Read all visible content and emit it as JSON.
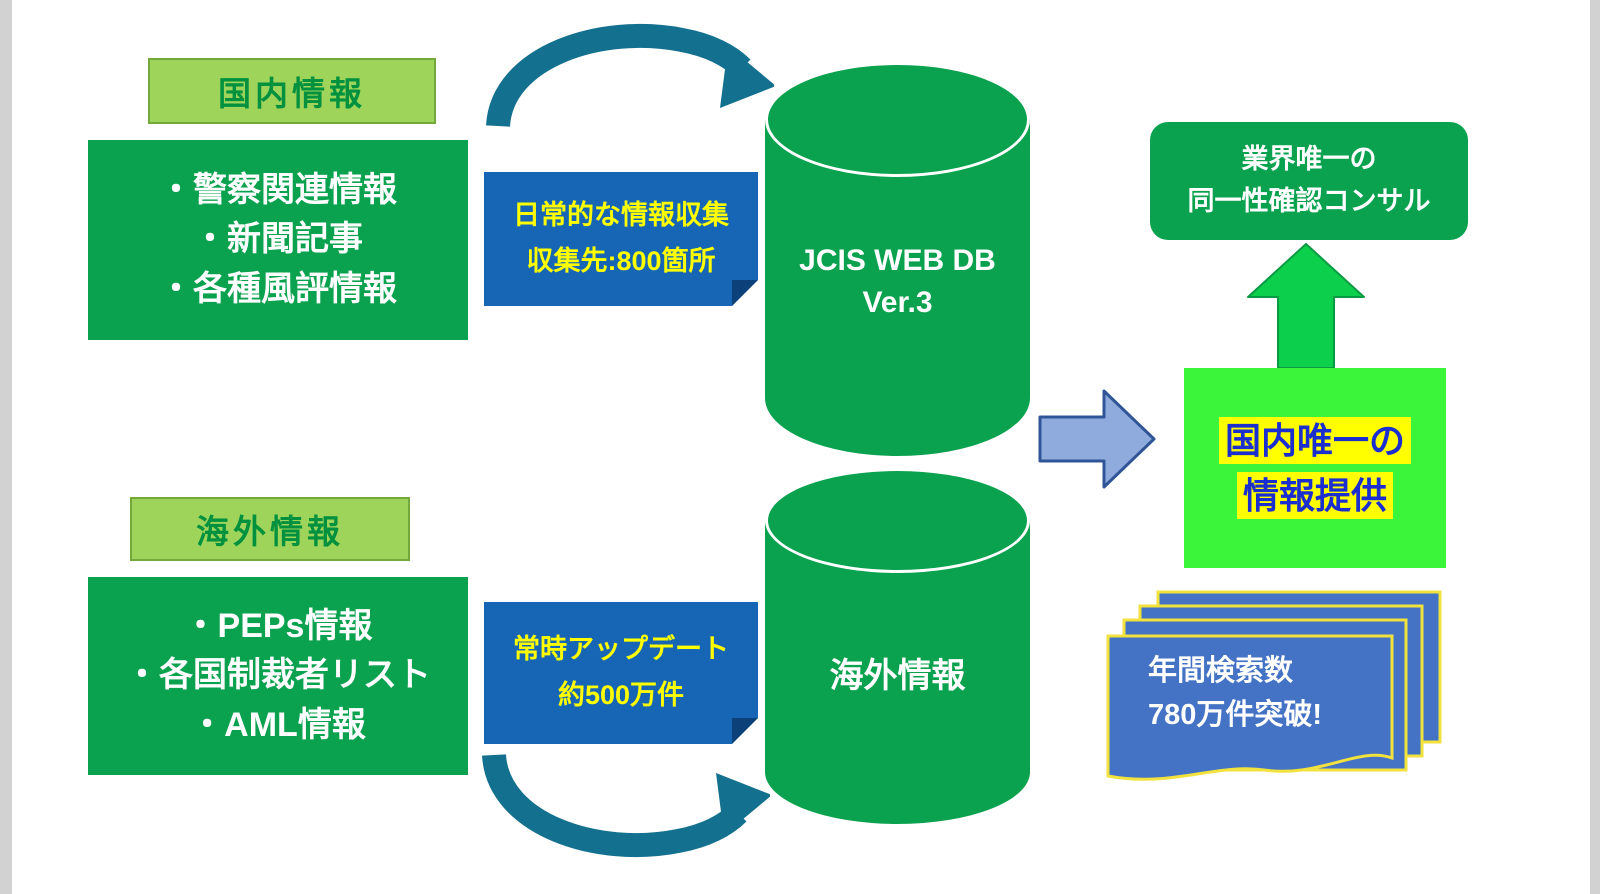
{
  "colors": {
    "box_green": "#0aa24e",
    "tag_light_green": "#9fd45a",
    "tag_text_green": "#00913f",
    "callout_blue": "#1766b6",
    "callout_text_yellow": "#ffff00",
    "curved_arrow_teal": "#14708f",
    "block_arrow_blue": "#8faadc",
    "block_arrow_border": "#2f5597",
    "up_arrow_green": "#0cd04c",
    "bright_green": "#3bf53b",
    "highlight_yellow": "#ffff00",
    "highlight_text_blue": "#1b2fd0",
    "document_blue": "#4472c4",
    "document_border_yellow": "#f2e23e"
  },
  "domestic": {
    "label": "国内情報",
    "items": [
      "・警察関連情報",
      "・新聞記事",
      "・各種風評情報"
    ],
    "callout": [
      "日常的な情報収集",
      "収集先:800箇所"
    ]
  },
  "overseas": {
    "label": "海外情報",
    "items": [
      "・PEPs情報",
      "・各国制裁者リスト",
      "・AML情報"
    ],
    "callout": [
      "常時アップデート",
      "約500万件"
    ]
  },
  "database": {
    "main": [
      "JCIS WEB DB",
      "Ver.3"
    ],
    "overseas": "海外情報"
  },
  "outcomes": {
    "consulting": [
      "業界唯一の",
      "同一性確認コンサル"
    ],
    "unique": [
      "国内唯一の",
      "情報提供"
    ],
    "stats": [
      "年間検索数",
      "780万件突破!"
    ]
  }
}
